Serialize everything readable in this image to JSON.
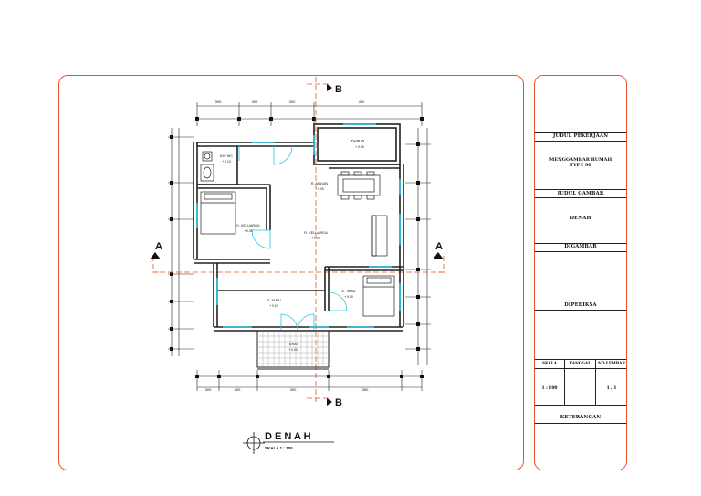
{
  "plan": {
    "section_label_a": "A",
    "section_label_b": "B",
    "dimensions_top": [
      "300",
      "300",
      "300",
      "400"
    ],
    "dimensions_bottom": [
      "300",
      "300",
      "300",
      "350"
    ],
    "rooms": {
      "dapur": {
        "name": "DAPUR",
        "level": "+ 0.00"
      },
      "kmwc": {
        "name": "KM/ WC",
        "level": "+ 0.10"
      },
      "r_makan": {
        "name": "R. MAKAN",
        "level": "+ 0.00"
      },
      "k_keluarga": {
        "name": "K. KELUARGA",
        "level": "+ 0.00"
      },
      "r_keluarga": {
        "name": "R. KELUARGA",
        "level": "+ 0.00"
      },
      "k_tamu": {
        "name": "K. TAMU",
        "level": "+ 0.00"
      },
      "r_tamu": {
        "name": "R. TAMU",
        "level": "+ 0.00"
      },
      "teras": {
        "name": "TERAS",
        "level": "+ 0.00"
      }
    },
    "title": "D E N A H",
    "scale": "SKALA 1 : 100"
  },
  "title_block": {
    "judul_pekerjaan_label": "JUDUL PEKERJAAN",
    "project_line1": "MENGGAMBAR RUMAH",
    "project_line2": "TYPE 90",
    "judul_gambar_label": "JUDUL GAMBAR",
    "drawing_title": "DENAH",
    "digambar_label": "DIGAMBAR",
    "diperiksa_label": "DIPERIKSA",
    "skala_label": "SKALA",
    "tanggal_label": "TANGGAL",
    "no_lembar_label": "NO LEMBAR",
    "skala_value": "1 : 100",
    "no_lembar_value": "1 / 1",
    "keterangan_label": "KETERANGAN"
  },
  "colors": {
    "frame": "#e8542a",
    "wall": "#222222",
    "window": "#22c6e6",
    "axis": "#e8542a"
  }
}
